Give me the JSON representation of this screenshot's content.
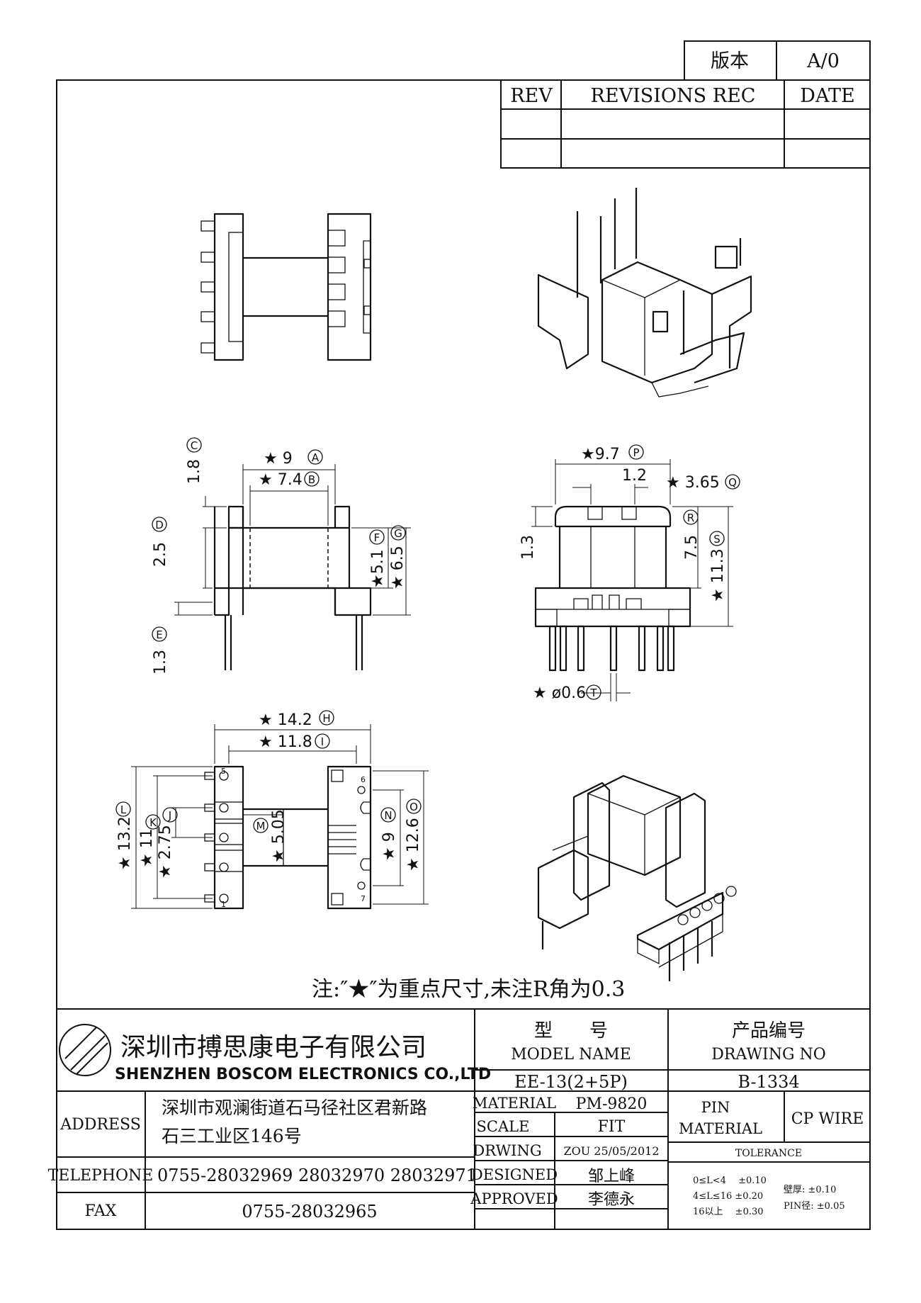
{
  "version_box": {
    "label": "版本",
    "value": "A/0"
  },
  "revision_table": {
    "rev": "REV",
    "rec": "REVISIONS REC",
    "date": "DATE"
  },
  "note": "注:″★″为重点尺寸,未注R角为0.3",
  "dimensions": {
    "A": "★ 9",
    "B": "★ 7.4",
    "C": "1.8",
    "D": "2.5",
    "E": "1.3",
    "F": "★5.1",
    "G": "★ 6.5",
    "P": "★9.7",
    "mid": "1.2",
    "Q": "★ 3.65",
    "side13": "1.3",
    "R": "7.5",
    "S": "★ 11.3",
    "T": "★ ø0.6",
    "H": "★ 14.2",
    "I": "★ 11.8",
    "L": "★ 13.2",
    "K": "★ 11",
    "J": "★ 2.75",
    "M": "★ 5.05",
    "N": "★ 9",
    "O": "★ 12.6"
  },
  "circle_letters": {
    "A": "A",
    "B": "B",
    "C": "C",
    "D": "D",
    "E": "E",
    "F": "F",
    "G": "G",
    "H": "H",
    "I": "I",
    "J": "J",
    "K": "K",
    "L": "L",
    "M": "M",
    "N": "N",
    "O": "O",
    "P": "P",
    "Q": "Q",
    "R": "R",
    "S": "S",
    "T": "T"
  },
  "pin_numbers": {
    "p1": "1",
    "p5": "5",
    "p6": "6",
    "p7": "7"
  },
  "company": {
    "name_cn": "深圳市搏思康电子有限公司",
    "name_en": "SHENZHEN BOSCOM ELECTRONICS CO.,LTD",
    "address_label": "ADDRESS",
    "address_line1": "深圳市观澜街道石马径社区君新路",
    "address_line2": "石三工业区146号",
    "telephone_label": "TELEPHONE",
    "telephone": "0755-28032969 28032970 28032971",
    "fax_label": "FAX",
    "fax": "0755-28032965"
  },
  "title_block": {
    "model_cn": "型　　号",
    "model_en": "MODEL NAME",
    "model_value": "EE-13(2+5P)",
    "drawing_cn": "产品编号",
    "drawing_en": "DRAWING NO",
    "drawing_value": "B-1334",
    "material_label": "MATERIAL",
    "material_value": "PM-9820",
    "pin_material_label_1": "PIN",
    "pin_material_label_2": "MATERIAL",
    "pin_material_value": "CP WIRE",
    "scale_label": "SCALE",
    "scale_value": "FIT",
    "drawing_label": "DRWING",
    "drawing_date": "ZOU 25/05/2012",
    "tolerance_label": "TOLERANCE",
    "designed_label": "DESIGNED",
    "designed_value": "邹上峰",
    "approved_label": "APPROVED",
    "approved_value": "李德永",
    "tol_1": "0≤L<4　 ±0.10",
    "tol_2": "4≤L≤16 ±0.20",
    "tol_3": "16以上　 ±0.30",
    "tol_wall": "壁厚: ±0.10",
    "tol_pin": "PIN径: ±0.05"
  }
}
